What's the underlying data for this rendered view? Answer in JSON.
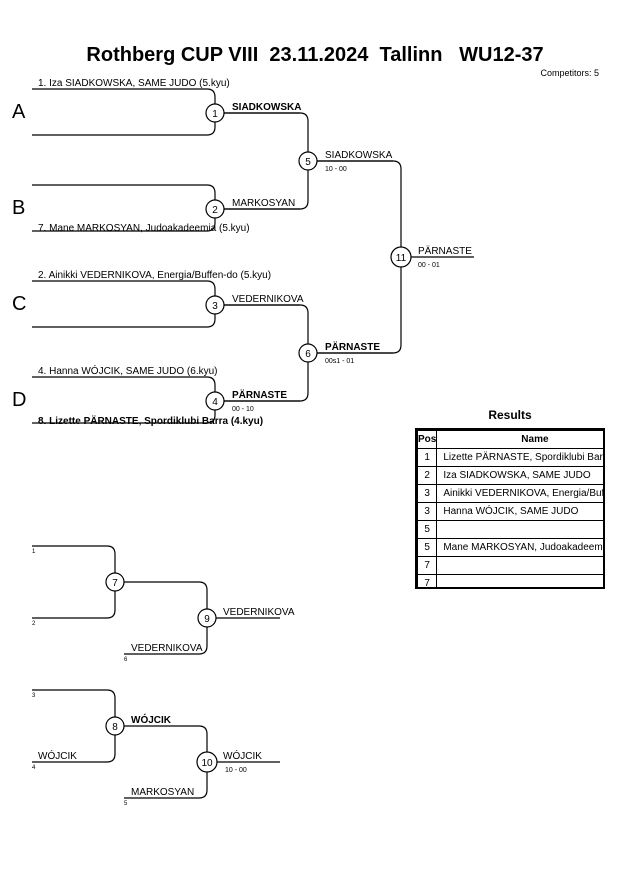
{
  "header": {
    "title": "Rothberg CUP VIII  23.11.2024  Tallinn   WU12-37",
    "competitors": "Competitors: 5"
  },
  "sections": [
    "A",
    "B",
    "C",
    "D"
  ],
  "entries": [
    {
      "text": "1. Iza SIADKOWSKA, SAME JUDO (5.kyu)",
      "bold": false
    },
    {
      "text": "7. Mane MARKOSYAN, Judoakadeemia (5.kyu)",
      "bold": false
    },
    {
      "text": "2. Ainikki VEDERNIKOVA, Energia/Buffen-do (5.kyu)",
      "bold": false
    },
    {
      "text": "4. Hanna WÓJCIK, SAME JUDO (6.kyu)",
      "bold": false
    },
    {
      "text": "8. Lizette PÄRNASTE, Spordiklubi Barra (4.kyu)",
      "bold": true
    }
  ],
  "matches": [
    {
      "id": "1",
      "winner": "SIADKOWSKA",
      "score": "",
      "bold": true
    },
    {
      "id": "2",
      "winner": "MARKOSYAN",
      "score": "",
      "bold": false
    },
    {
      "id": "3",
      "winner": "VEDERNIKOVA",
      "score": "",
      "bold": false
    },
    {
      "id": "4",
      "winner": "PÄRNASTE",
      "score": "00 - 10",
      "bold": true
    },
    {
      "id": "5",
      "winner": "SIADKOWSKA",
      "score": "10 - 00",
      "bold": false
    },
    {
      "id": "6",
      "winner": "PÄRNASTE",
      "score": "00s1 - 01",
      "bold": true
    },
    {
      "id": "11",
      "winner": "PÄRNASTE",
      "score": "00 - 01",
      "bold": false
    },
    {
      "id": "7",
      "winner": "",
      "score": "",
      "bold": false
    },
    {
      "id": "8",
      "winner": "WÓJCIK",
      "score": "",
      "bold": true
    },
    {
      "id": "9",
      "winner": "VEDERNIKOVA",
      "score": "",
      "bold": false
    },
    {
      "id": "10",
      "winner": "WÓJCIK",
      "score": "10 - 00",
      "bold": false
    }
  ],
  "repechage_entries": [
    {
      "slot": "1",
      "text": ""
    },
    {
      "slot": "2",
      "text": ""
    },
    {
      "slot": "6",
      "text": "VEDERNIKOVA"
    },
    {
      "slot": "3",
      "text": ""
    },
    {
      "slot": "4",
      "text": "WÓJCIK"
    },
    {
      "slot": "5",
      "text": "MARKOSYAN"
    }
  ],
  "results": {
    "title": "Results",
    "headers": {
      "pos": "Pos",
      "name": "Name"
    },
    "rows": [
      {
        "pos": "1",
        "name": "Lizette PÄRNASTE, Spordiklubi Barra"
      },
      {
        "pos": "2",
        "name": "Iza SIADKOWSKA, SAME JUDO"
      },
      {
        "pos": "3",
        "name": "Ainikki VEDERNIKOVA, Energia/Buffen-do"
      },
      {
        "pos": "3",
        "name": "Hanna WÓJCIK, SAME JUDO"
      },
      {
        "pos": "5",
        "name": ""
      },
      {
        "pos": "5",
        "name": "Mane MARKOSYAN, Judoakadeemia"
      },
      {
        "pos": "7",
        "name": ""
      },
      {
        "pos": "7",
        "name": ""
      }
    ]
  }
}
